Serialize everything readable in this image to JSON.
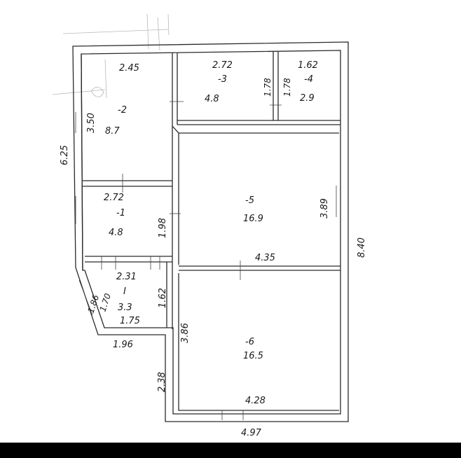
{
  "colors": {
    "ink": "#2a2a2a",
    "paper": "#ffffff",
    "bar": "#000000"
  },
  "rooms": [
    {
      "id": "room-1",
      "number": "-1",
      "area": "4.8"
    },
    {
      "id": "room-2",
      "number": "-2",
      "area": "8.7"
    },
    {
      "id": "room-3",
      "number": "-3",
      "area": "4.8"
    },
    {
      "id": "room-4",
      "number": "-4",
      "area": "2.9"
    },
    {
      "id": "room-5",
      "number": "-5",
      "area": "16.9"
    },
    {
      "id": "room-6",
      "number": "-6",
      "area": "16.5"
    },
    {
      "id": "room-hall",
      "number": "I",
      "area": "3.3"
    }
  ],
  "dimensions": {
    "top_left_width": "2.45",
    "room3_width": "2.72",
    "room3_height": "1.78",
    "room4_width": "1.62",
    "room4_height": "1.78",
    "room2_height": "3.50",
    "left_outer": "6.25",
    "room1_width": "2.72",
    "room1_height": "1.98",
    "room5_height": "3.89",
    "right_outer": "8.40",
    "room5_width": "4.35",
    "hall_top": "2.31",
    "hall_height": "1.62",
    "hall_bottom": "1.75",
    "hall_diag_outer": "1.86",
    "hall_diag_inner": "1.70",
    "hall_base": "1.96",
    "room6_height": "3.86",
    "lower_left": "2.38",
    "room6_width": "4.28",
    "bottom_outer": "4.97"
  }
}
